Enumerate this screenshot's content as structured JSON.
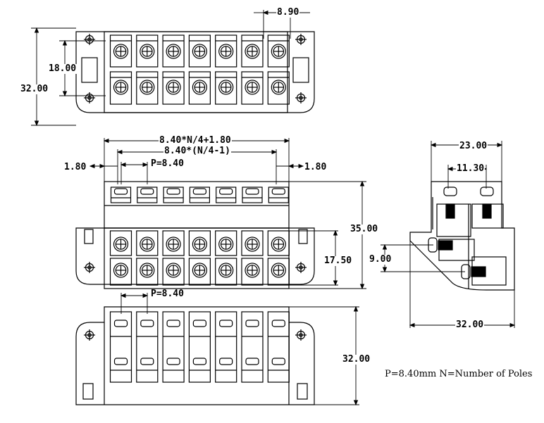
{
  "dimensions": {
    "top_pitch": "8.90",
    "top_inner_height": "18.00",
    "top_outer_height": "32.00",
    "formula_total": "8.40*N/4+1.80",
    "formula_inner": "8.40*(N/4-1)",
    "margin_left": "1.80",
    "margin_right": "1.80",
    "pitch_front": "P=8.40",
    "front_height": "35.00",
    "front_row_spacing": "17.50",
    "pitch_bottom": "P=8.40",
    "bottom_height": "32.00",
    "side_width": "23.00",
    "side_inner_width": "11.30",
    "side_step": "9.00",
    "side_depth": "32.00"
  },
  "notes": {
    "legend": "P=8.40mm   N=Number of Poles"
  },
  "drawing": {
    "poles": 7,
    "line_color": "#000000",
    "background": "#ffffff"
  }
}
